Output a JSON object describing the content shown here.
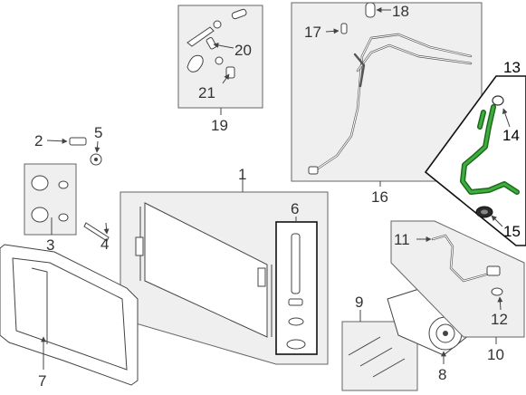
{
  "callouts": {
    "c1": "1",
    "c2": "2",
    "c3": "3",
    "c4": "4",
    "c5": "5",
    "c6": "6",
    "c7": "7",
    "c8": "8",
    "c9": "9",
    "c10": "10",
    "c11": "11",
    "c12": "12",
    "c13": "13",
    "c14": "14",
    "c15": "15",
    "c16": "16",
    "c17": "17",
    "c18": "18",
    "c19": "19",
    "c20": "20",
    "c21": "21"
  },
  "colors": {
    "highlight_hose": "#3fae3f",
    "highlight_hose_outline": "#1d6a1d",
    "panel_fill": "#efefef"
  }
}
